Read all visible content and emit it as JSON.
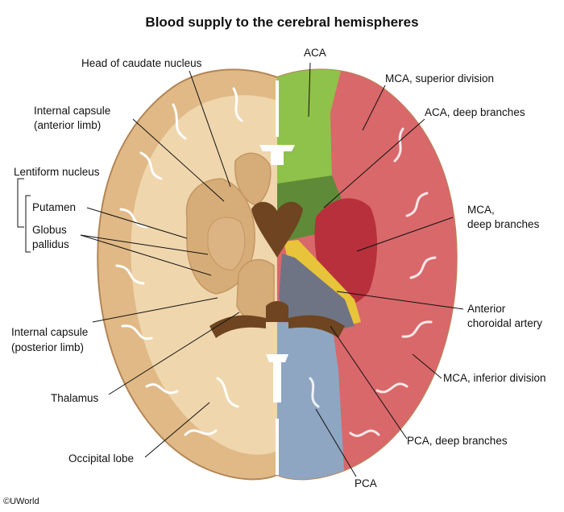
{
  "title": "Blood supply to the cerebral hemispheres",
  "labels": {
    "head_caudate": "Head of caudate nucleus",
    "ic_anterior_1": "Internal capsule",
    "ic_anterior_2": "(anterior limb)",
    "lentiform": "Lentiform nucleus",
    "putamen": "Putamen",
    "globus_1": "Globus",
    "globus_2": "pallidus",
    "ic_posterior_1": "Internal capsule",
    "ic_posterior_2": "(posterior limb)",
    "thalamus": "Thalamus",
    "occipital": "Occipital lobe",
    "aca": "ACA",
    "mca_superior": "MCA, superior division",
    "aca_deep": "ACA, deep branches",
    "mca_deep_1": "MCA,",
    "mca_deep_2": "deep branches",
    "ant_choroidal_1": "Anterior",
    "ant_choroidal_2": "choroidal artery",
    "mca_inferior": "MCA, inferior division",
    "pca_deep": "PCA, deep branches",
    "pca": "PCA"
  },
  "copyright": "©UWorld",
  "colors": {
    "cortex": "#e0b987",
    "cortex_edge": "#b48656",
    "white_matter": "#efd6ad",
    "deep_gray": "#d6ad78",
    "ventricle": "#6e4520",
    "aca": "#8fc24a",
    "mca": "#d9686a",
    "aca_deep": "#5f8a38",
    "mca_deep": "#b8303c",
    "ant_choroidal": "#e7c43a",
    "pca": "#8ea6c2",
    "pca_deep": "#6f7484"
  }
}
